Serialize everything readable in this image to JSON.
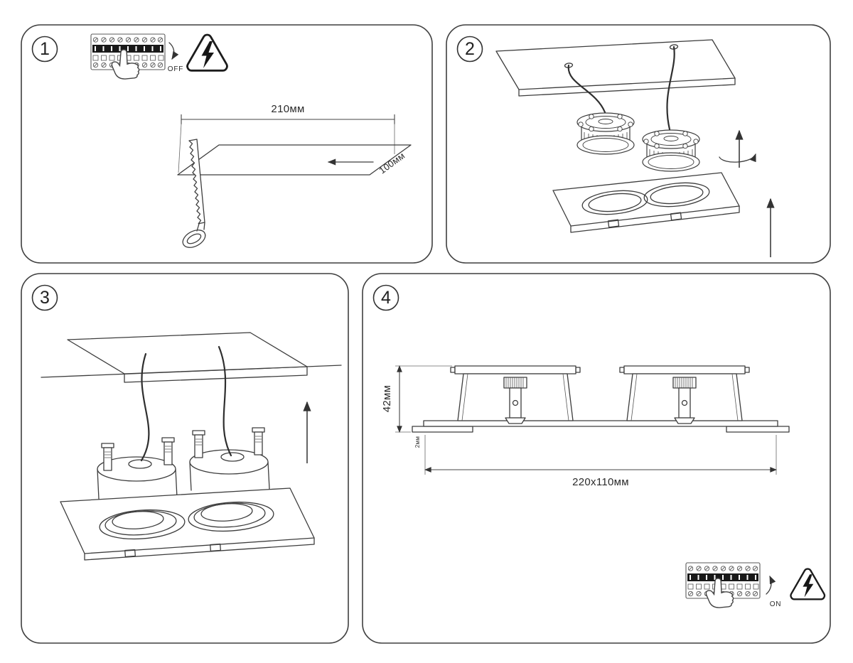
{
  "page": {
    "background": "#ffffff",
    "line_color": "#3d3d3d",
    "accent_black": "#111111"
  },
  "panels": [
    {
      "number": "1",
      "switch_label": "OFF",
      "dim_length": "210мм",
      "dim_width": "100мм"
    },
    {
      "number": "2"
    },
    {
      "number": "3"
    },
    {
      "number": "4",
      "dim_height": "42мм",
      "ceiling_thickness": "2мм",
      "dim_cutout": "220x110мм",
      "switch_label": "ON"
    }
  ],
  "icon_names": [
    "electric-shock-warning-icon",
    "circuit-breaker-strip-icon",
    "pointing-hand-icon",
    "keyhole-saw-icon",
    "up-arrow-icon",
    "cut-direction-arrow-icon",
    "rotate-arrow-icon"
  ]
}
